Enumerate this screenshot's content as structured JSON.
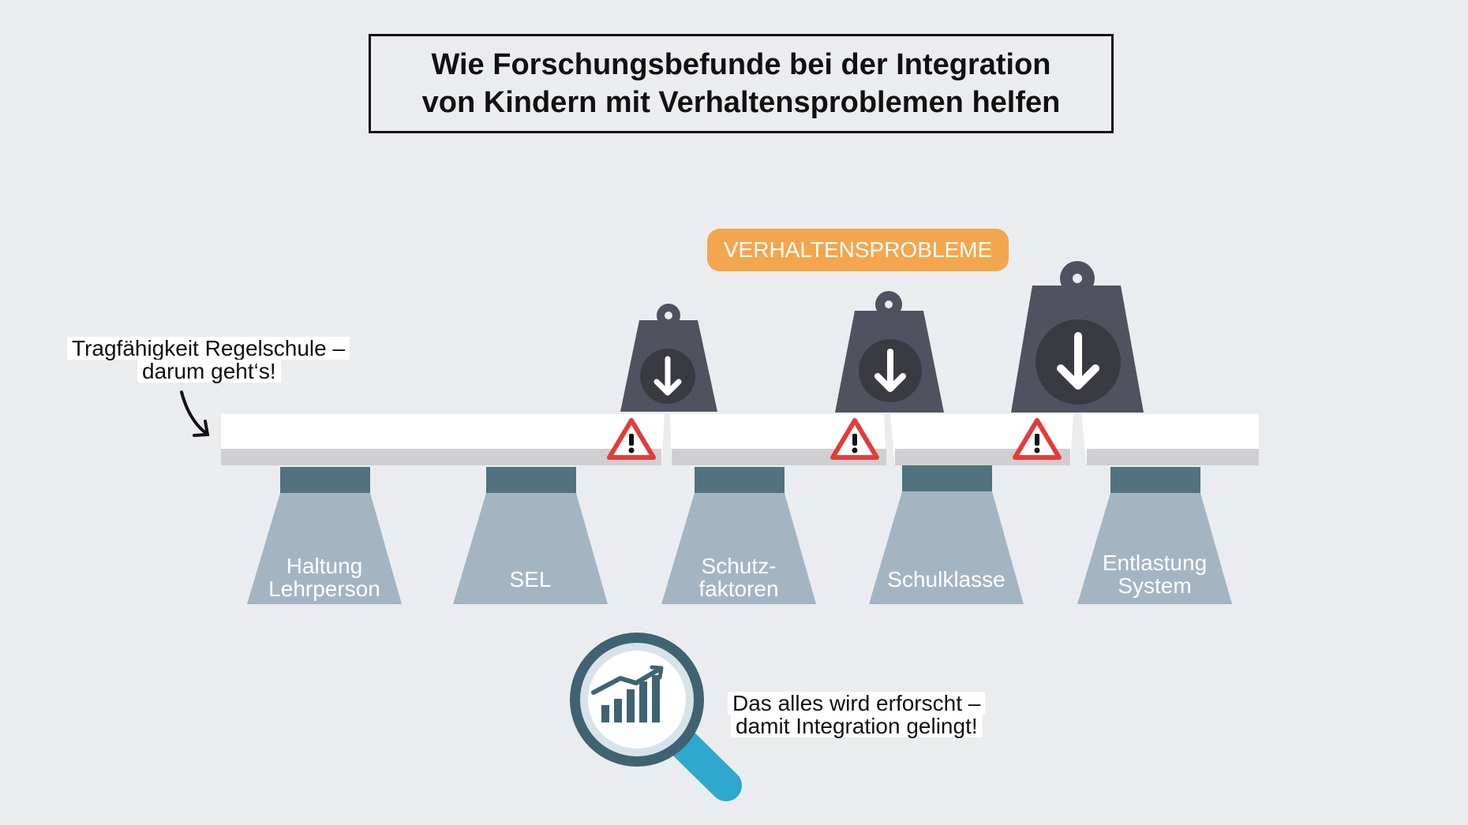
{
  "title": {
    "line1": "Wie Forschungsbefunde bei der Integration",
    "line2": "von Kindern mit Verhaltensproblemen helfen"
  },
  "left_note": {
    "line1": "Tragfähigkeit Regelschule –",
    "line2": "darum geht‘s!"
  },
  "badge": "VERHALTENSPROBLEME",
  "pillars": [
    {
      "line1": "Haltung",
      "line2": "Lehrperson"
    },
    {
      "line1": "SEL",
      "line2": ""
    },
    {
      "line1": "Schutz-",
      "line2": "faktoren"
    },
    {
      "line1": "Schulklasse",
      "line2": ""
    },
    {
      "line1": "Entlastung",
      "line2": "System"
    }
  ],
  "bottom_note": {
    "line1": "Das alles wird erforscht –",
    "line2": "damit Integration gelingt!"
  },
  "icons": [
    "weight-icon",
    "warning-icon",
    "magnifier-chart-icon",
    "curved-arrow-icon"
  ],
  "colors": {
    "background": "#ebecef",
    "badge": "#f4a64e",
    "pillar_cap": "#51727f",
    "pillar_body": "#a3b5c3",
    "weight": "#50525f",
    "warning": "#e63a3a",
    "magnifier": "#2fa8cf",
    "chart": "#3f6372"
  }
}
